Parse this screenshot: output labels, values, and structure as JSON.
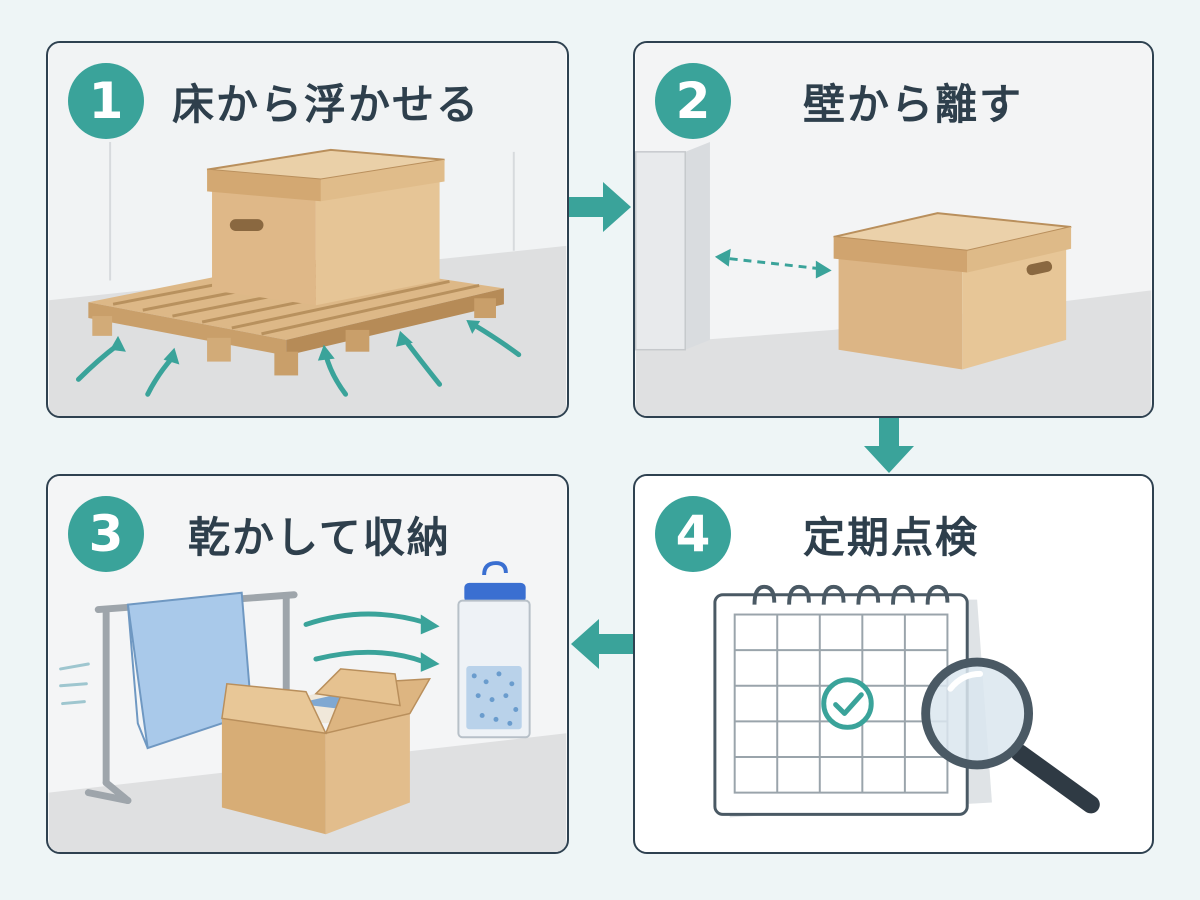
{
  "colors": {
    "accent": "#3aa39a",
    "border": "#2e4150",
    "title_text": "#2e3f4c",
    "background": "#eef5f6",
    "cardboard": "#e2bd8c"
  },
  "steps": [
    {
      "number": "1",
      "title": "床から浮かせる"
    },
    {
      "number": "2",
      "title": "壁から離す"
    },
    {
      "number": "3",
      "title": "乾かして収納"
    },
    {
      "number": "4",
      "title": "定期点検"
    }
  ],
  "icons": {
    "step1": [
      "cardboard-box",
      "wooden-pallet",
      "airflow-arrows"
    ],
    "step2": [
      "wall",
      "cardboard-box",
      "gap-double-arrow"
    ],
    "step3": [
      "towel-rack",
      "open-box",
      "dehumidifier-pack",
      "airflow-arrows"
    ],
    "step4": [
      "desk-calendar",
      "check-mark",
      "magnifying-glass"
    ]
  }
}
